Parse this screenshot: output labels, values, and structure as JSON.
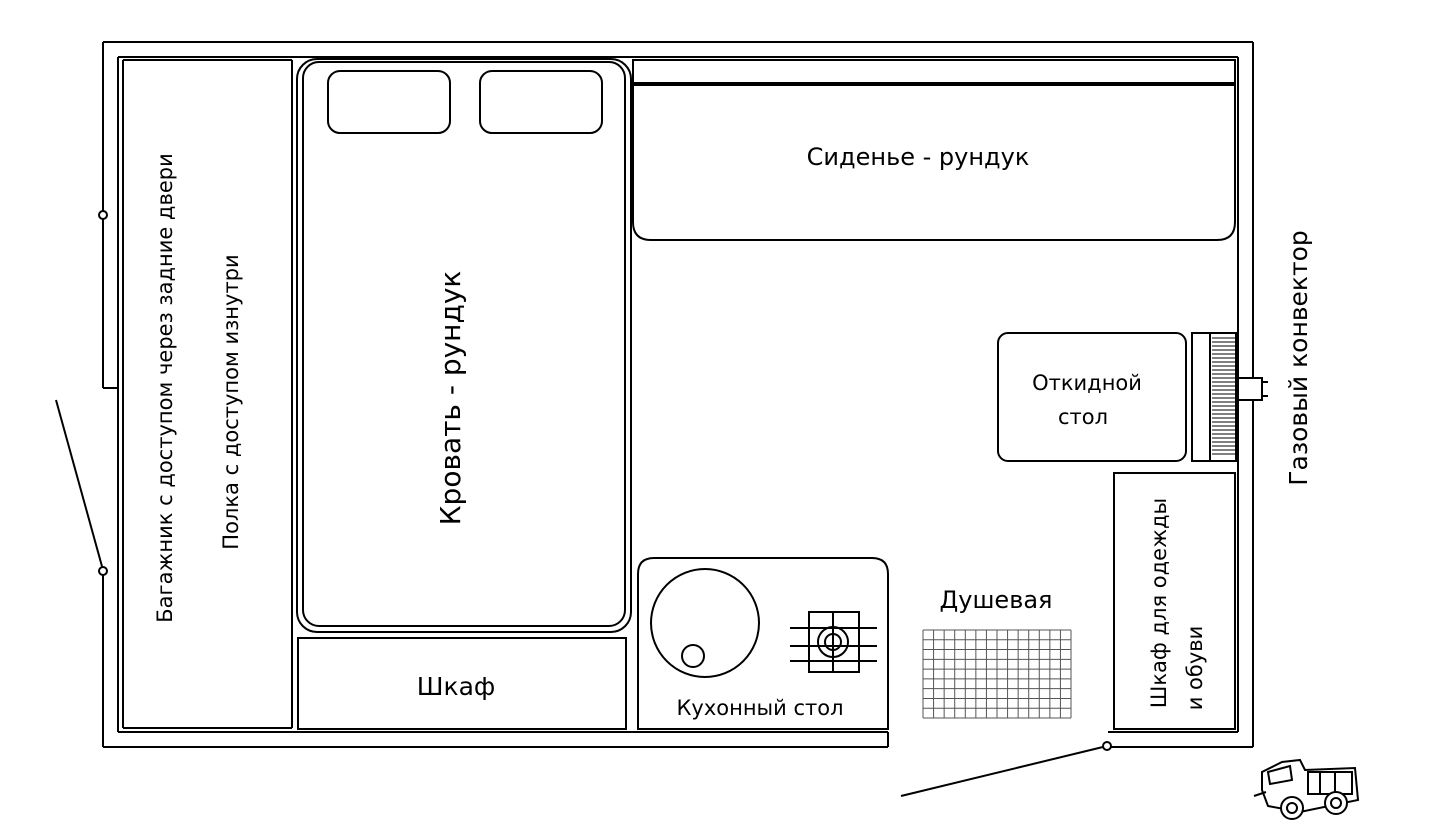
{
  "labels": {
    "seat": "Сиденье - рундук",
    "bed": "Кровать - рундук",
    "trunk": "Багажник с доступом через задние двери",
    "shelf": "Полка с доступом изнутри",
    "table_line1": "Откидной",
    "table_line2": "стол",
    "heater": "Газовый конвектор",
    "wardrobe_line1": "Шкаф для одежды",
    "wardrobe_line2": "и обуви",
    "shower": "Душевая",
    "kitchen": "Кухонный стол",
    "cabinet": "Шкаф"
  },
  "icons": {
    "sink": "sink-icon",
    "stove": "stove-burner-icon",
    "truck": "truck-logo-icon"
  },
  "colors": {
    "line": "#000000",
    "background": "#ffffff"
  }
}
